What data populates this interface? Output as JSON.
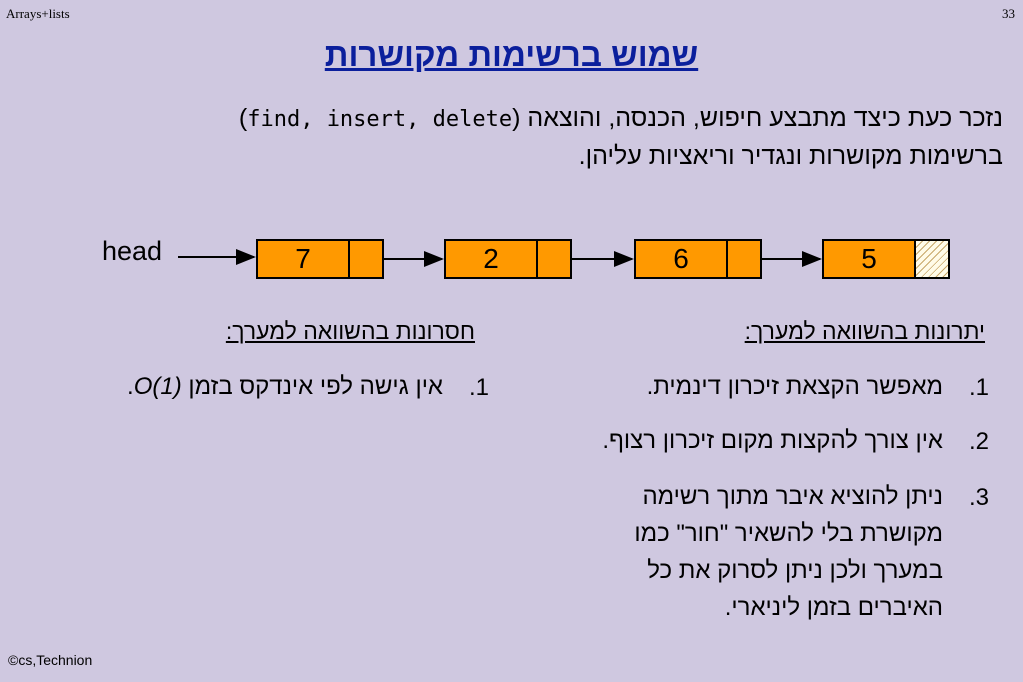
{
  "header": {
    "course": "Arrays+lists",
    "page": "33"
  },
  "title": "שמוש ברשימות מקושרות",
  "intro": {
    "line1_text": "נזכר כעת כיצד מתבצע חיפוש, הכנסה, והוצאה (",
    "line1_ops": "find, insert, delete",
    "line1_close": ")",
    "line2": "ברשימות מקושרות ונגדיר וריאציות עליהן."
  },
  "diagram": {
    "head_label": "head",
    "nodes": [
      "7",
      "2",
      "6",
      "5"
    ]
  },
  "advantages": {
    "heading": "יתרונות בהשוואה למערך:",
    "items": [
      {
        "num": "1.",
        "text": "מאפשר הקצאת זיכרון דינמית."
      },
      {
        "num": "2.",
        "text": "אין צורך להקצות מקום זיכרון רצוף."
      },
      {
        "num": "3.",
        "lines": [
          "ניתן להוציא איבר מתוך רשימה",
          "מקושרת בלי להשאיר \"חור\" כמו",
          "במערך ולכן ניתן לסרוק את כל",
          "האיברים בזמן ליניארי."
        ]
      }
    ]
  },
  "disadvantages": {
    "heading": "חסרונות בהשוואה למערך:",
    "items": [
      {
        "num": "1.",
        "text": "אין גישה לפי אינדקס בזמן ",
        "complexity": "O(1)",
        "tail": "."
      }
    ]
  },
  "footer": "©cs,Technion"
}
